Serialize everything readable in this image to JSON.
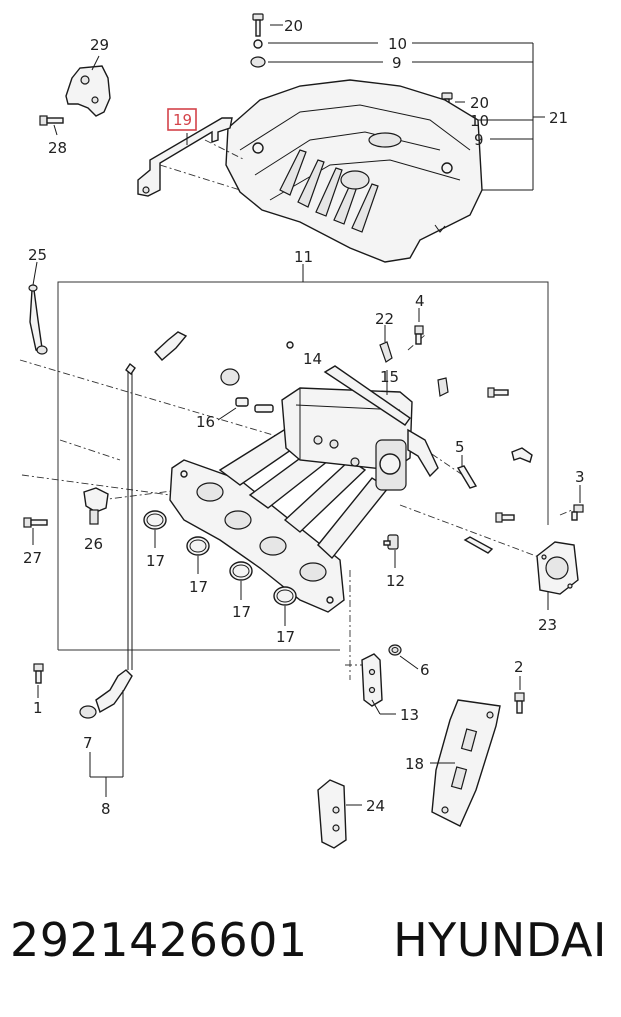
{
  "callouts": {
    "c1": "1",
    "c2": "2",
    "c3": "3",
    "c4": "4",
    "c5": "5",
    "c6": "6",
    "c7": "7",
    "c8": "8",
    "c9a": "9",
    "c9b": "9",
    "c10a": "10",
    "c10b": "10",
    "c11": "11",
    "c12": "12",
    "c13": "13",
    "c14": "14",
    "c15": "15",
    "c16": "16",
    "c17a": "17",
    "c17b": "17",
    "c17c": "17",
    "c17d": "17",
    "c18": "18",
    "c19": "19",
    "c20a": "20",
    "c20b": "20",
    "c21": "21",
    "c22": "22",
    "c23": "23",
    "c24": "24",
    "c25": "25",
    "c26": "26",
    "c27": "27",
    "c28": "28",
    "c29": "29"
  },
  "highlighted_callout": "19",
  "highlight_color": "#d4434a",
  "footer": {
    "part_number": "2921426601",
    "brand": "HYUNDAI"
  }
}
